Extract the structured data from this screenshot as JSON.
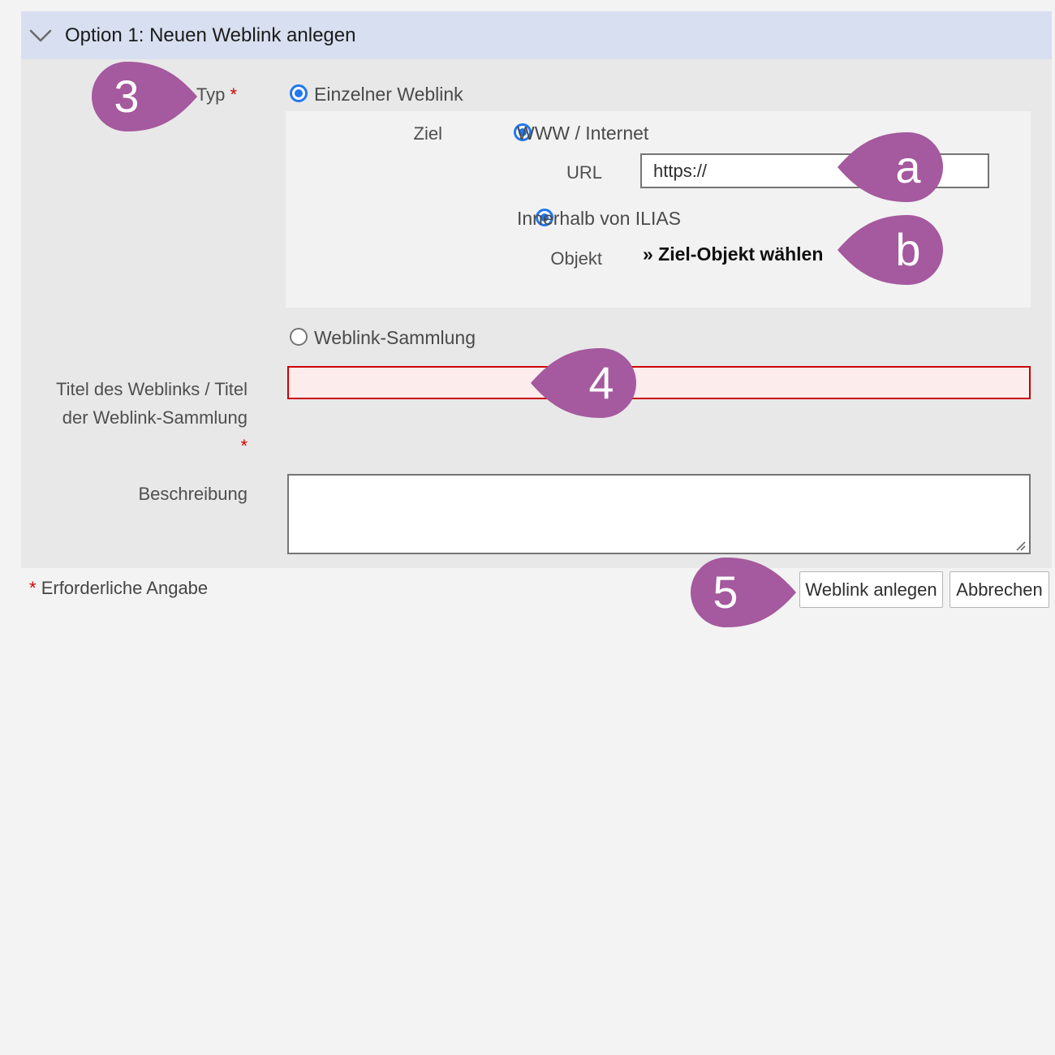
{
  "panel": {
    "title": "Option 1: Neuen Weblink anlegen",
    "form": {
      "typ": {
        "label": "Typ",
        "required_mark": "*",
        "option_single": {
          "label": "Einzelner Weblink",
          "selected": true
        },
        "option_collection": {
          "label": "Weblink-Sammlung",
          "selected": false
        },
        "ziel": {
          "label": "Ziel",
          "option_www": {
            "label": "WWW / Internet",
            "selected": true
          },
          "option_ilias": {
            "label": "Innerhalb von ILIAS",
            "selected": true
          },
          "url": {
            "label": "URL",
            "value": "https://"
          },
          "objekt": {
            "label": "Objekt",
            "link_label": "» Ziel-Objekt wählen"
          }
        }
      },
      "titel": {
        "label_line1": "Titel des Weblinks / Titel",
        "label_line2": "der Weblink-Sammlung",
        "required_mark": "*",
        "value": ""
      },
      "beschreibung": {
        "label": "Beschreibung",
        "value": ""
      }
    },
    "footer": {
      "required_note_mark": "*",
      "required_note": "Erforderliche Angabe",
      "submit_label": "Weblink anlegen",
      "cancel_label": "Abbrechen"
    }
  },
  "annotations": {
    "step3": "3",
    "tag_a": "a",
    "tag_b": "b",
    "step4": "4",
    "step5": "5"
  },
  "colors": {
    "marker": "#a5599e",
    "header_bg": "#d8dff0",
    "body_bg": "#e8e8e8",
    "panel_bg": "#f2f2f2",
    "radio_selected": "#2277ee",
    "error_border": "#cc0001",
    "error_bg": "#fdecec",
    "required": "#d40000"
  }
}
